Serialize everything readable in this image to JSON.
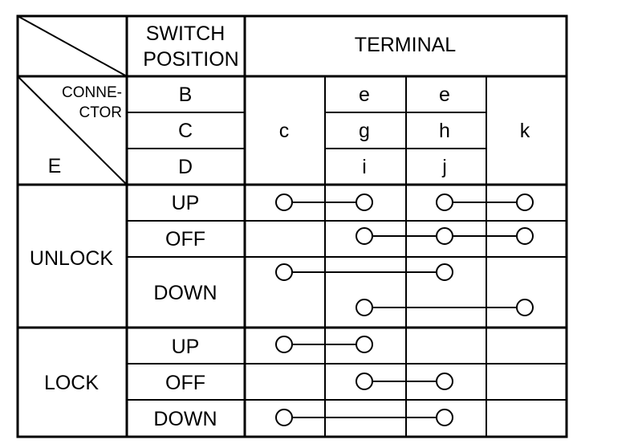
{
  "header": {
    "switch_position": [
      "SWITCH",
      "POSITION"
    ],
    "terminal": "TERMINAL",
    "connector": [
      "CONNE-",
      "CTOR"
    ],
    "connector_e": "E"
  },
  "connectors": [
    "B",
    "C",
    "D"
  ],
  "terminals": {
    "c": "c",
    "col2": [
      "e",
      "g",
      "i"
    ],
    "col3": [
      "e",
      "h",
      "j"
    ],
    "k": "k"
  },
  "groups": [
    {
      "mode": "UNLOCK",
      "positions": [
        {
          "label": "UP",
          "links": [
            [
              "c",
              "egi"
            ],
            [
              "ehj",
              "k"
            ]
          ]
        },
        {
          "label": "OFF",
          "links": [
            [
              "egi",
              "ehj",
              "k"
            ]
          ]
        },
        {
          "label": "DOWN",
          "links": [
            [
              "c",
              "ehj"
            ],
            [
              "egi",
              "k"
            ]
          ]
        }
      ]
    },
    {
      "mode": "LOCK",
      "positions": [
        {
          "label": "UP",
          "links": [
            [
              "c",
              "egi"
            ]
          ]
        },
        {
          "label": "OFF",
          "links": [
            [
              "egi",
              "ehj"
            ]
          ]
        },
        {
          "label": "DOWN",
          "links": [
            [
              "c",
              "ehj"
            ]
          ]
        }
      ]
    }
  ]
}
